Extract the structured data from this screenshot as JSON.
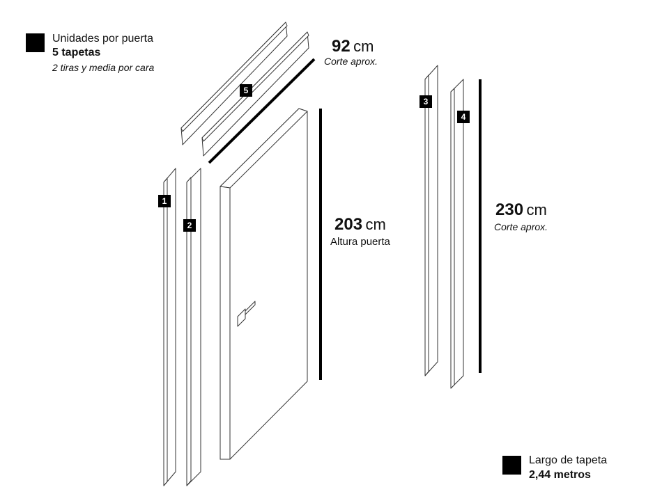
{
  "legend_top": {
    "line1": "Unidades por puerta",
    "line2": "5 tapetas",
    "line3": "2 tiras y media por cara"
  },
  "legend_bottom": {
    "line1": "Largo de tapeta",
    "line2": "2,44 metros"
  },
  "dimensions": {
    "horizontal": {
      "value": "92",
      "unit": "cm",
      "note": "Corte aprox."
    },
    "door": {
      "value": "203",
      "unit": "cm",
      "note": "Altura puerta"
    },
    "long": {
      "value": "230",
      "unit": "cm",
      "note": "Corte aprox."
    }
  },
  "pieces": [
    "1",
    "2",
    "3",
    "4",
    "5"
  ]
}
